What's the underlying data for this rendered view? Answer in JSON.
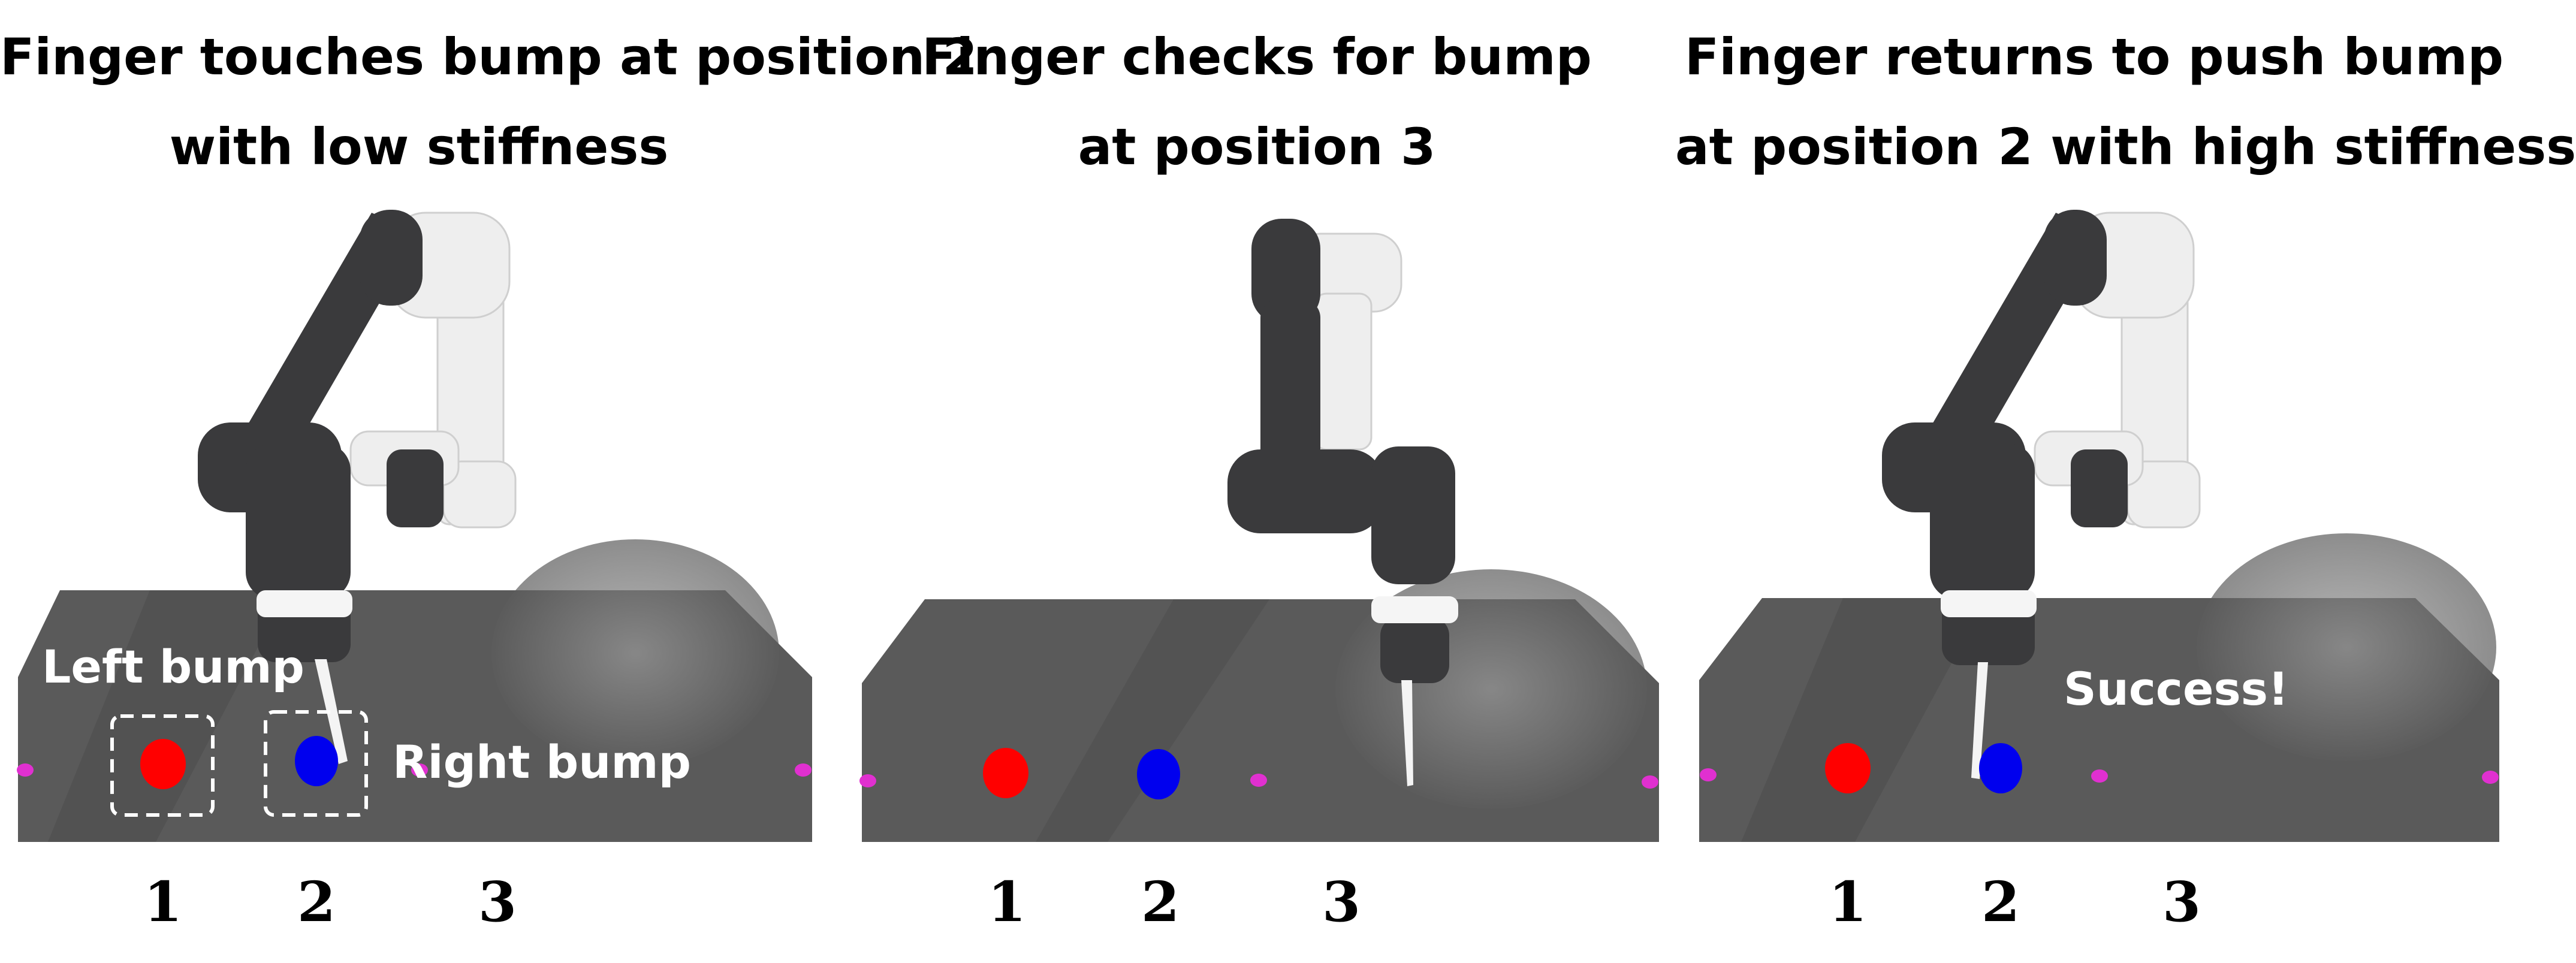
{
  "panels": [
    {
      "title_line1": "Finger touches bump at position 2",
      "title_line2": "with low stiffness",
      "annotations": {
        "left": "Left bump",
        "right": "Right bump"
      },
      "positions": [
        "1",
        "2",
        "3"
      ]
    },
    {
      "title_line1": "Finger checks for bump",
      "title_line2": "at position 3",
      "positions": [
        "1",
        "2",
        "3"
      ]
    },
    {
      "title_line1": "Finger returns to push bump",
      "title_line2": "at position 2 with high stiffness",
      "annotations": {
        "success": "Success!"
      },
      "positions": [
        "1",
        "2",
        "3"
      ]
    }
  ],
  "colors": {
    "table": "#5a5a5a",
    "robot_dark": "#3a3a3c",
    "robot_light": "#eeeeee",
    "bump_left": "#ff0000",
    "bump_right": "#0000ee",
    "marker": "#e030d0"
  }
}
